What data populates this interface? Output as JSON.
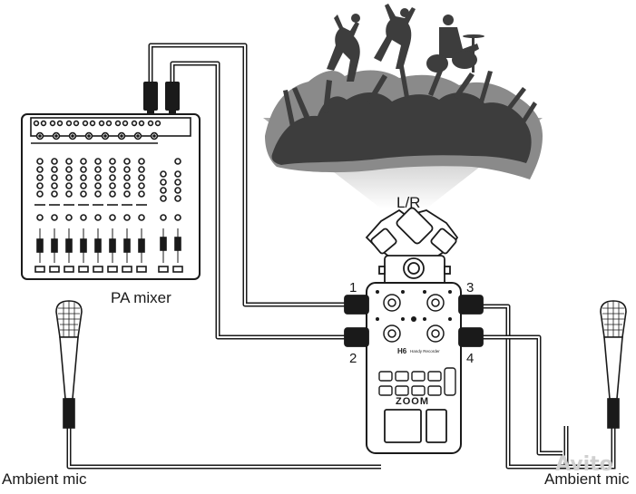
{
  "labels": {
    "source": "L/R",
    "mixer": "PA mixer",
    "ambient_left": "Ambient mic",
    "ambient_right": "Ambient mic",
    "input_1": "1",
    "input_2": "2",
    "input_3": "3",
    "input_4": "4"
  },
  "recorder": {
    "model_badge": "H6",
    "subtitle": "Handy Recorder",
    "brand": "ZOOM"
  },
  "watermark": "Avito",
  "colors": {
    "line": "#1a1a1a",
    "crowd": "#3a3a3a",
    "glow": "#c8c8c8",
    "device_fill": "#ffffff"
  },
  "icons": {
    "crowd": "concert-crowd-icon",
    "mixer": "mixer-icon",
    "mic": "microphone-icon",
    "recorder": "recorder-icon"
  }
}
